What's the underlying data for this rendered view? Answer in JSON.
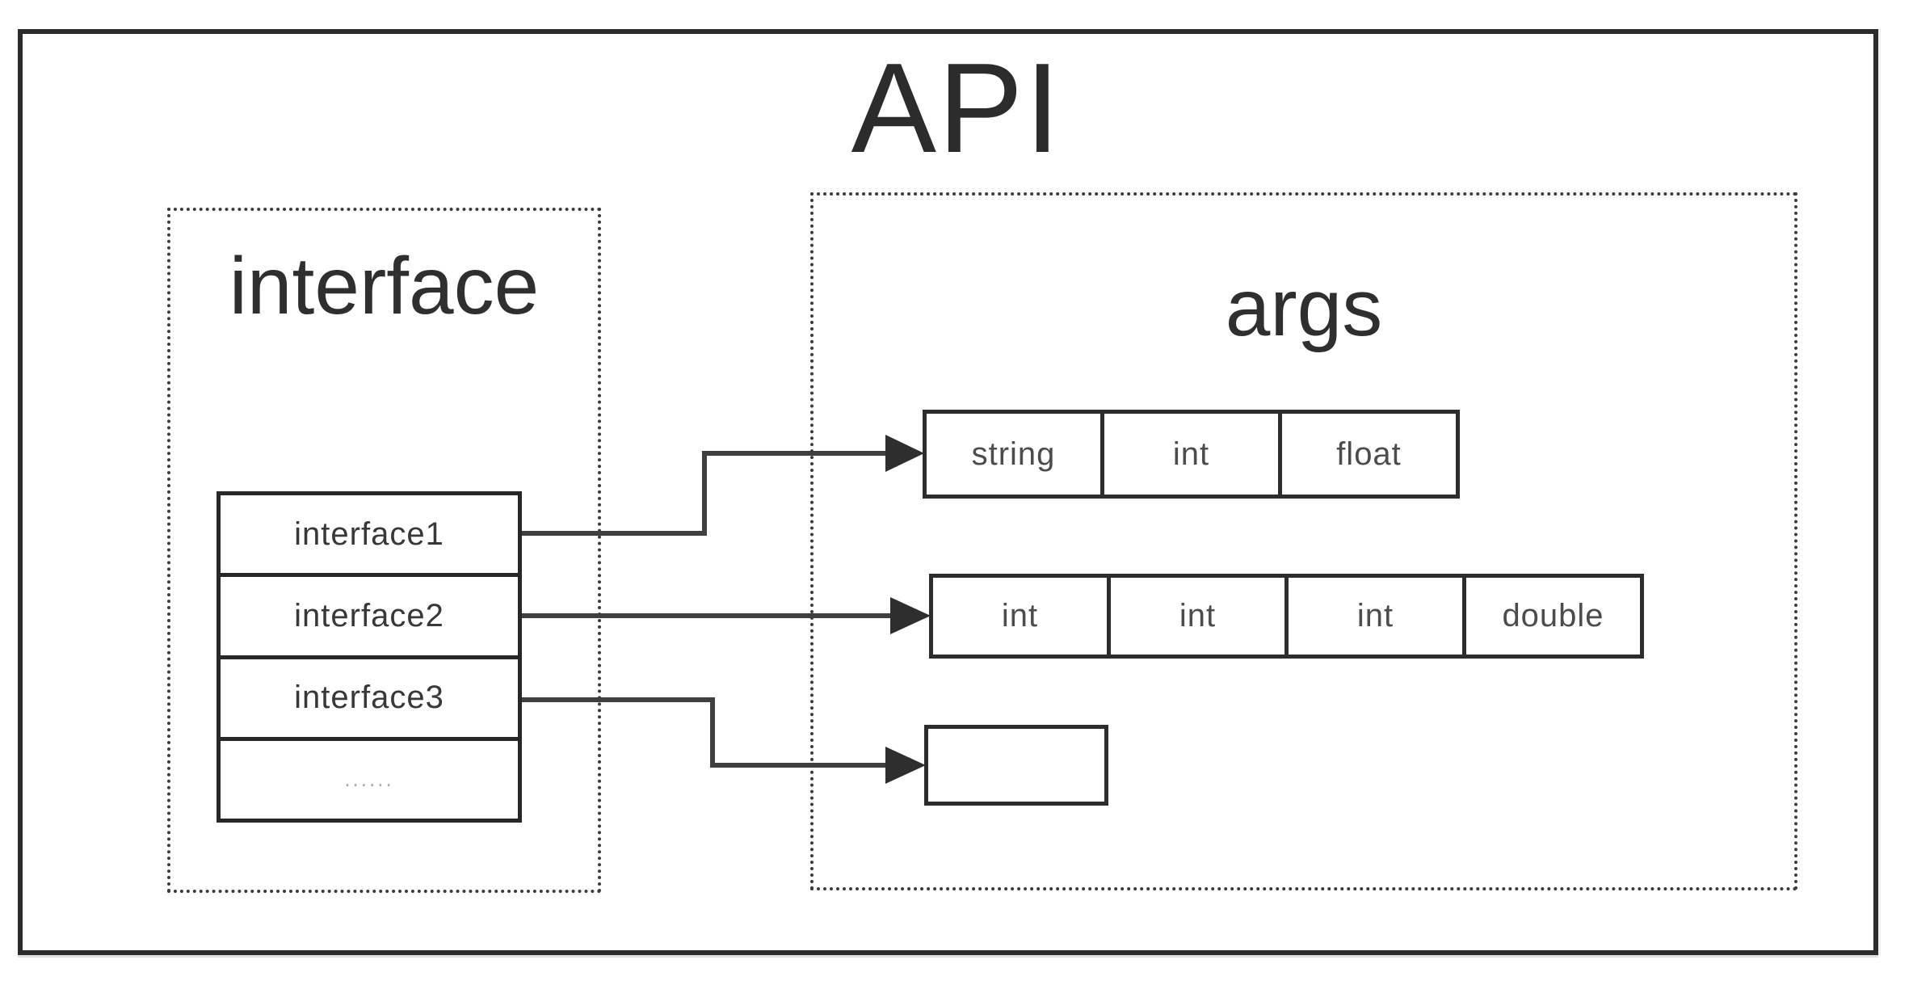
{
  "diagram": {
    "title": "API",
    "ink_color": "#2d2d2d",
    "muted_color": "#a9a9a9",
    "interface_panel": {
      "label": "interface",
      "items": [
        {
          "label": "interface1"
        },
        {
          "label": "interface2"
        },
        {
          "label": "interface3"
        },
        {
          "label": "......"
        }
      ]
    },
    "args_panel": {
      "label": "args",
      "rows": [
        {
          "cells": [
            "string",
            "int",
            "float"
          ]
        },
        {
          "cells": [
            "int",
            "int",
            "int",
            "double"
          ]
        },
        {
          "cells": [
            ""
          ]
        }
      ]
    },
    "connections": [
      {
        "from": "interface1",
        "to": "args-row-1"
      },
      {
        "from": "interface2",
        "to": "args-row-2"
      },
      {
        "from": "interface3",
        "to": "args-row-3"
      }
    ]
  }
}
